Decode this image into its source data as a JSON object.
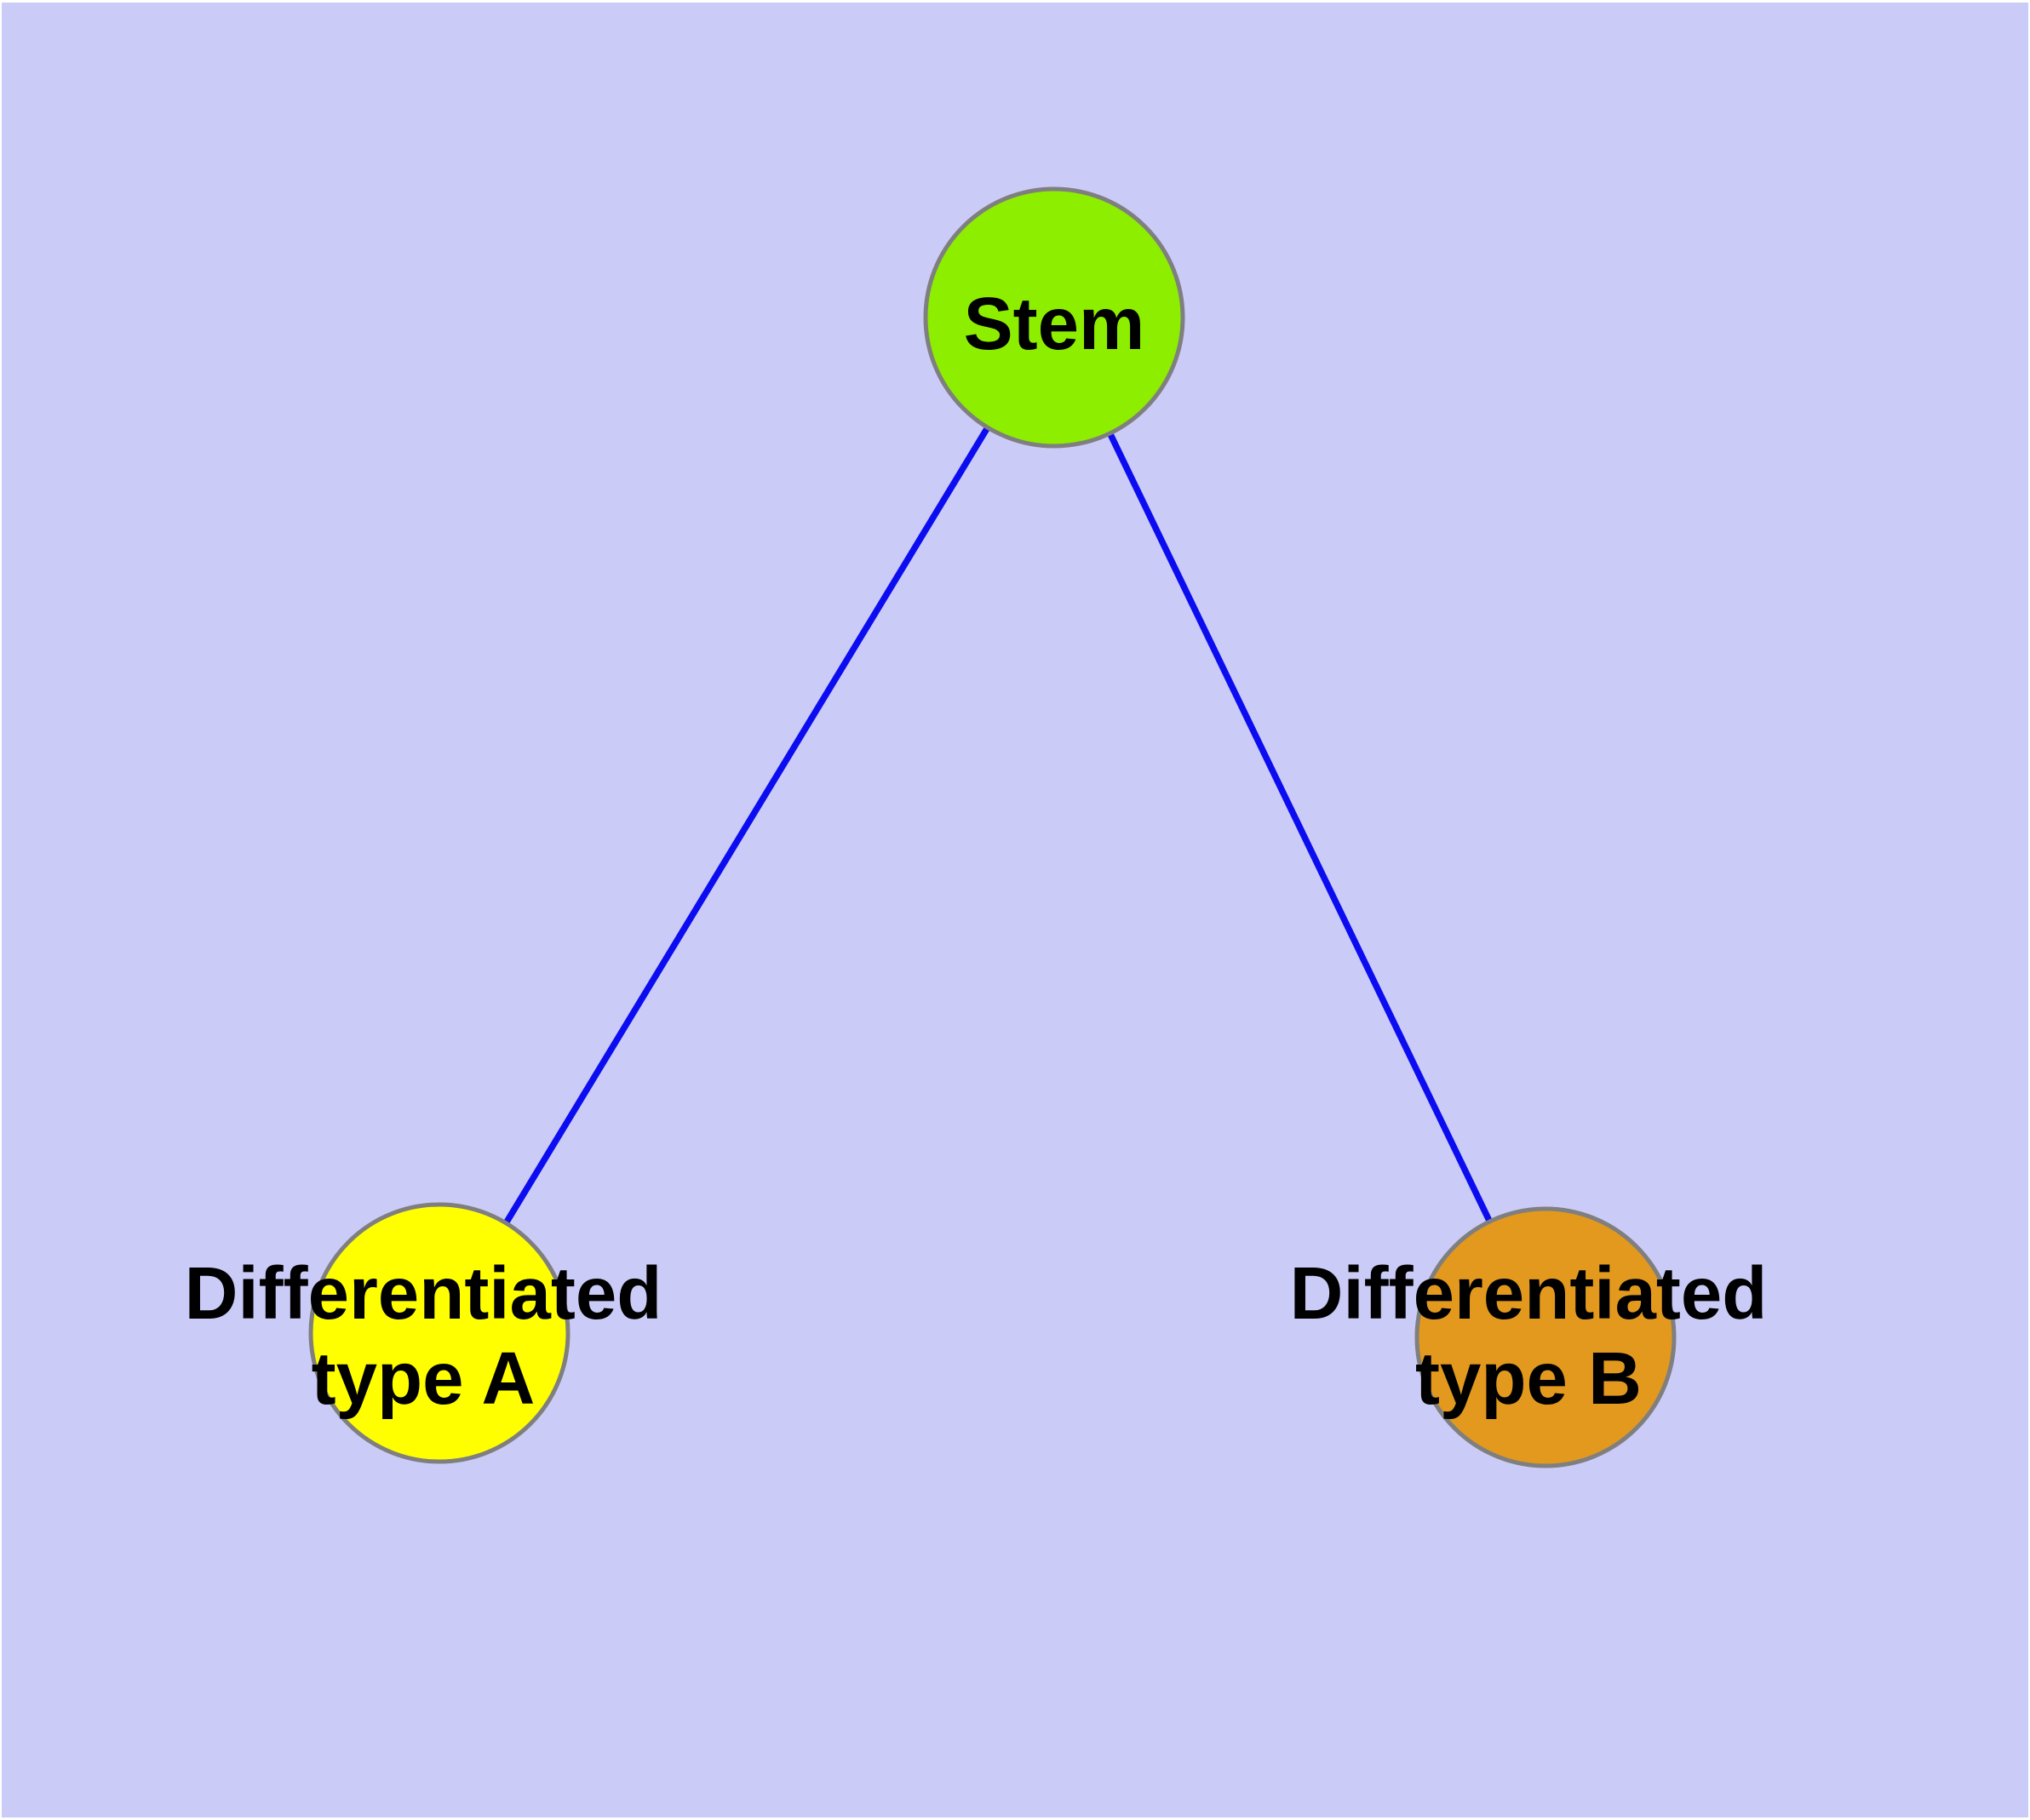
{
  "canvas": {
    "page_color": "#FFFFFF",
    "panel_color": "#CBCBF8"
  },
  "diagram": {
    "type": "node-link-graph",
    "description": "Stem cell differentiation tree: one stem node linked to two differentiated cell type nodes",
    "edge_color": "#0C0CF0",
    "node_border_color": "#7F7F7F",
    "label_color": "#000000",
    "nodes": [
      {
        "id": "stem",
        "label": "Stem",
        "color": "#8DEE00"
      },
      {
        "id": "differentiated-type-a",
        "label_lines": [
          "Differentiated",
          "type A"
        ],
        "color": "#FFFF00"
      },
      {
        "id": "differentiated-type-b",
        "label_lines": [
          "Differentiated",
          "type B"
        ],
        "color": "#E2991E"
      }
    ],
    "edges": [
      {
        "from": "Stem",
        "to": "Differentiated type A"
      },
      {
        "from": "Stem",
        "to": "Differentiated type B"
      }
    ]
  }
}
